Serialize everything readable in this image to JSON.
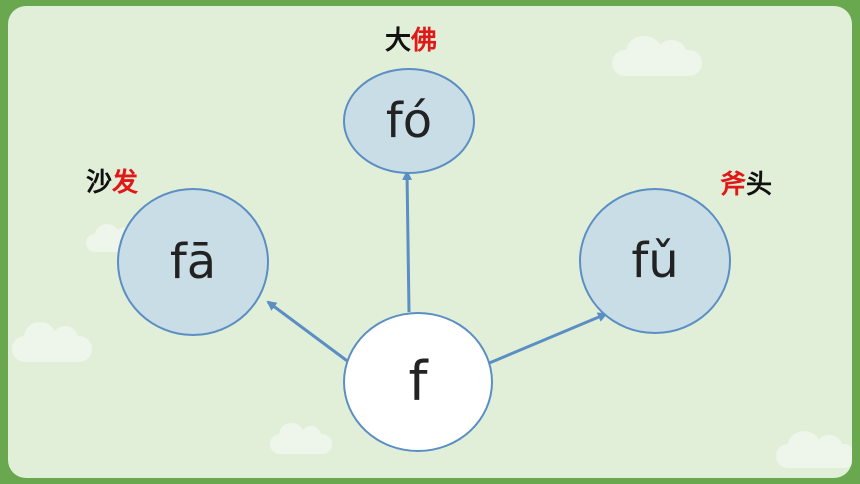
{
  "center": {
    "letter": "f"
  },
  "nodes": [
    {
      "id": "fo",
      "syllable": "fó",
      "word_plain": "大",
      "word_red": "佛",
      "red_first": false
    },
    {
      "id": "fa",
      "syllable": "fā",
      "word_plain": "沙",
      "word_red": "发",
      "red_first": false
    },
    {
      "id": "fu",
      "syllable": "fǔ",
      "word_plain": "头",
      "word_red": "斧",
      "red_first": true
    }
  ],
  "colors": {
    "background": "#6aa84f",
    "panel": "#e2efd8",
    "node_fill": "#c9dde6",
    "node_border": "#5b8fc4",
    "arrow": "#5b8fc4",
    "highlight_char": "#e01818"
  }
}
